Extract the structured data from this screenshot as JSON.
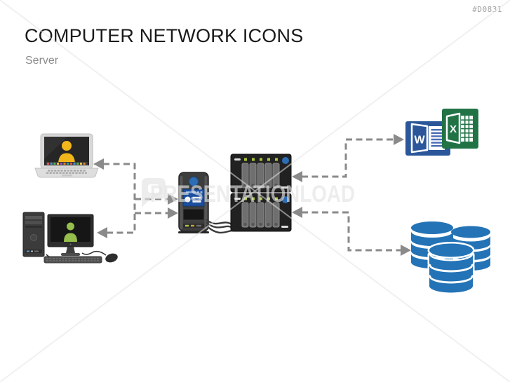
{
  "page": {
    "id_tag": "#D0831",
    "title": "COMPUTER NETWORK ICONS",
    "subtitle": "Server",
    "watermark": "PRESENTATIONLOAD"
  },
  "icons": {
    "laptop": "laptop-client with yellow user avatar",
    "desktop": "desktop-pc with green user avatar",
    "server_tower": "server tower with blue front panel",
    "storage_rack": "storage rack, 2 units, 5 drive bays each",
    "word": {
      "name": "Microsoft Word",
      "letter": "W"
    },
    "excel": {
      "name": "Microsoft Excel",
      "letter": "X"
    },
    "database": "database, three blue cylinder stacks"
  },
  "diagram": {
    "connections": [
      {
        "from": "server-tower",
        "to": "laptop-client",
        "style": "dashed"
      },
      {
        "from": "server-tower",
        "to": "desktop-client",
        "style": "dashed"
      },
      {
        "from": "client-trunk",
        "to": "server-tower",
        "style": "dashed-double"
      },
      {
        "from": "storage-rack",
        "to": "word-excel-apps",
        "style": "dashed"
      },
      {
        "from": "storage-rack",
        "to": "database",
        "style": "dashed"
      }
    ]
  },
  "colors": {
    "word_blue": "#2B579A",
    "word_line_blue": "#4A6DB5",
    "excel_green": "#217346",
    "database_blue": "#2373B6",
    "arrow_gray": "#8A8A8A",
    "led_green": "#A9C83B",
    "button_blue": "#2D6DB5",
    "person_yellow": "#F2B61D",
    "person_green": "#95BE4B"
  }
}
